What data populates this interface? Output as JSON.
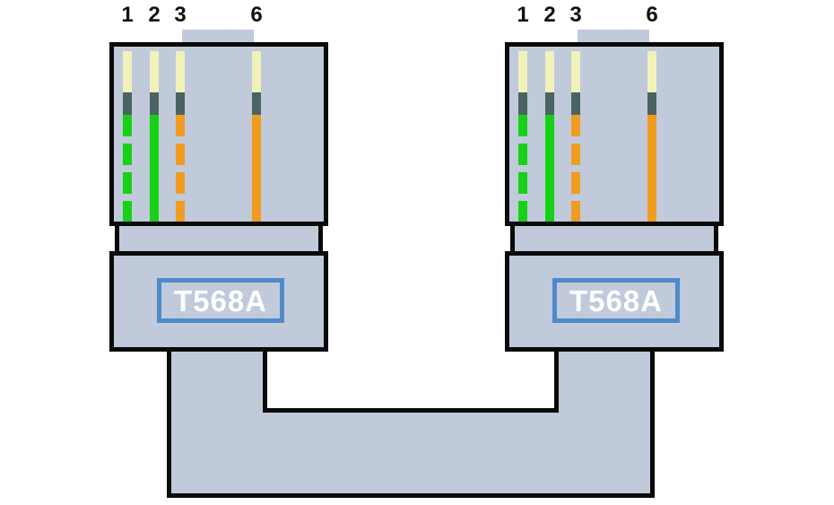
{
  "colors": {
    "background": "#ffffff",
    "body": "#c0cada",
    "outline": "#0a0a0a",
    "cream": "#f1f2ba",
    "slate": "#4a6366",
    "green": "#17d117",
    "orange": "#f09c1e",
    "accent": "#4f8aca",
    "label_text": "#ffffff",
    "pin_text": "#111111"
  },
  "connectors": [
    {
      "side": "left",
      "standard_label": "T568A",
      "pins": [
        {
          "number": "1",
          "wire": "green-white",
          "pattern": "dashed"
        },
        {
          "number": "2",
          "wire": "green",
          "pattern": "solid"
        },
        {
          "number": "3",
          "wire": "orange-white",
          "pattern": "dashed"
        },
        {
          "number": "6",
          "wire": "orange",
          "pattern": "solid"
        }
      ]
    },
    {
      "side": "right",
      "standard_label": "T568A",
      "pins": [
        {
          "number": "1",
          "wire": "green-white",
          "pattern": "dashed"
        },
        {
          "number": "2",
          "wire": "green",
          "pattern": "solid"
        },
        {
          "number": "3",
          "wire": "orange-white",
          "pattern": "dashed"
        },
        {
          "number": "6",
          "wire": "orange",
          "pattern": "solid"
        }
      ]
    }
  ]
}
